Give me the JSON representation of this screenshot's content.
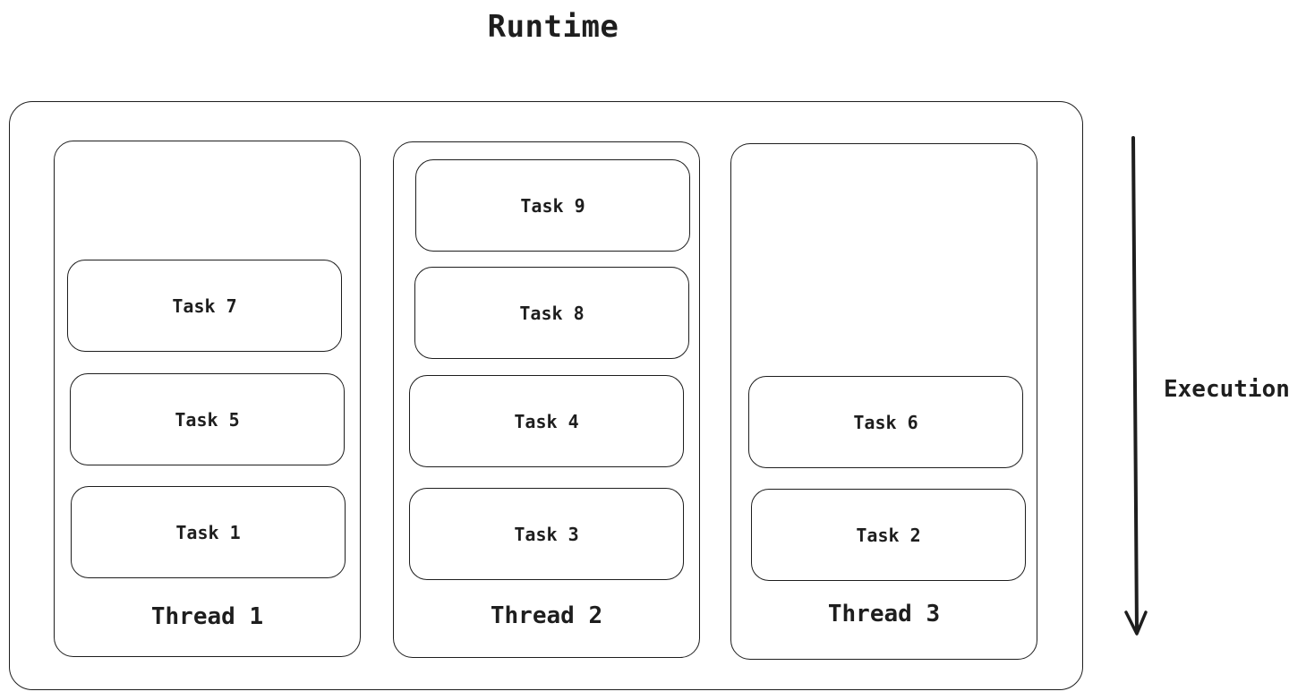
{
  "diagram": {
    "title": "Runtime",
    "execution_label": "Execution",
    "threads": [
      {
        "label": "Thread 1",
        "tasks": [
          "Task 7",
          "Task 5",
          "Task 1"
        ]
      },
      {
        "label": "Thread 2",
        "tasks": [
          "Task 9",
          "Task 8",
          "Task 4",
          "Task 3"
        ]
      },
      {
        "label": "Thread 3",
        "tasks": [
          "Task 6",
          "Task 2"
        ]
      }
    ]
  }
}
